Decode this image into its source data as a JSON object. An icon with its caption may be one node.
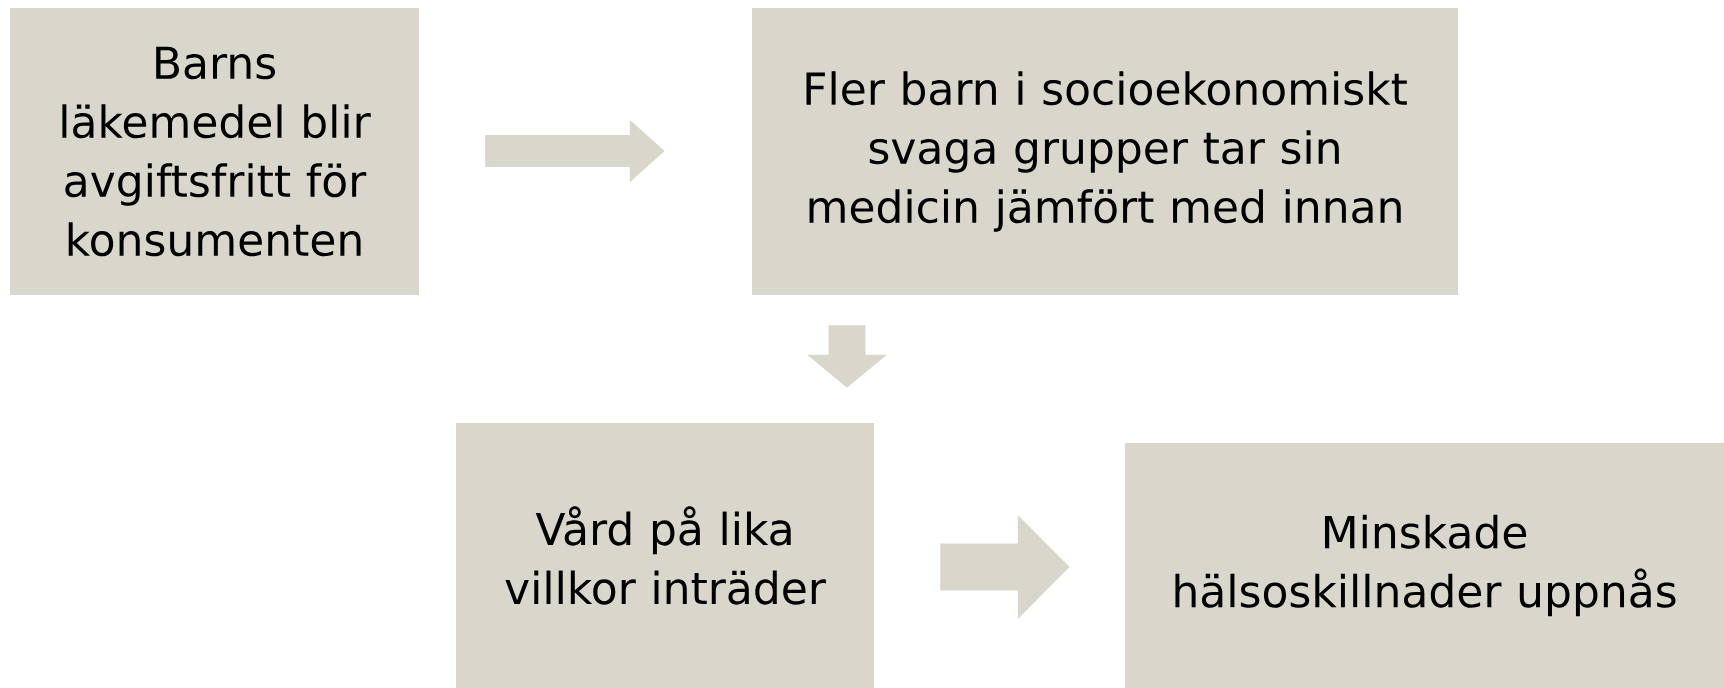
{
  "diagram": {
    "nodes": [
      {
        "text": [
          "Barns läkemedel blir avgiftsfritt för konsumenten"
        ]
      },
      {
        "text": [
          "Fler barn i socioekonomiskt svaga grupper tar sin medicin jämfört med innan"
        ]
      },
      {
        "text": [
          "Vård på lika villkor inträder"
        ]
      },
      {
        "text": [
          "Minskade hälsoskillnader uppnås"
        ]
      }
    ],
    "edges": [
      {
        "from": 0,
        "to": 1,
        "arrow": "to"
      },
      {
        "from": 1,
        "to": 2,
        "arrow": "to"
      },
      {
        "from": 2,
        "to": 3,
        "arrow": "to"
      }
    ]
  }
}
